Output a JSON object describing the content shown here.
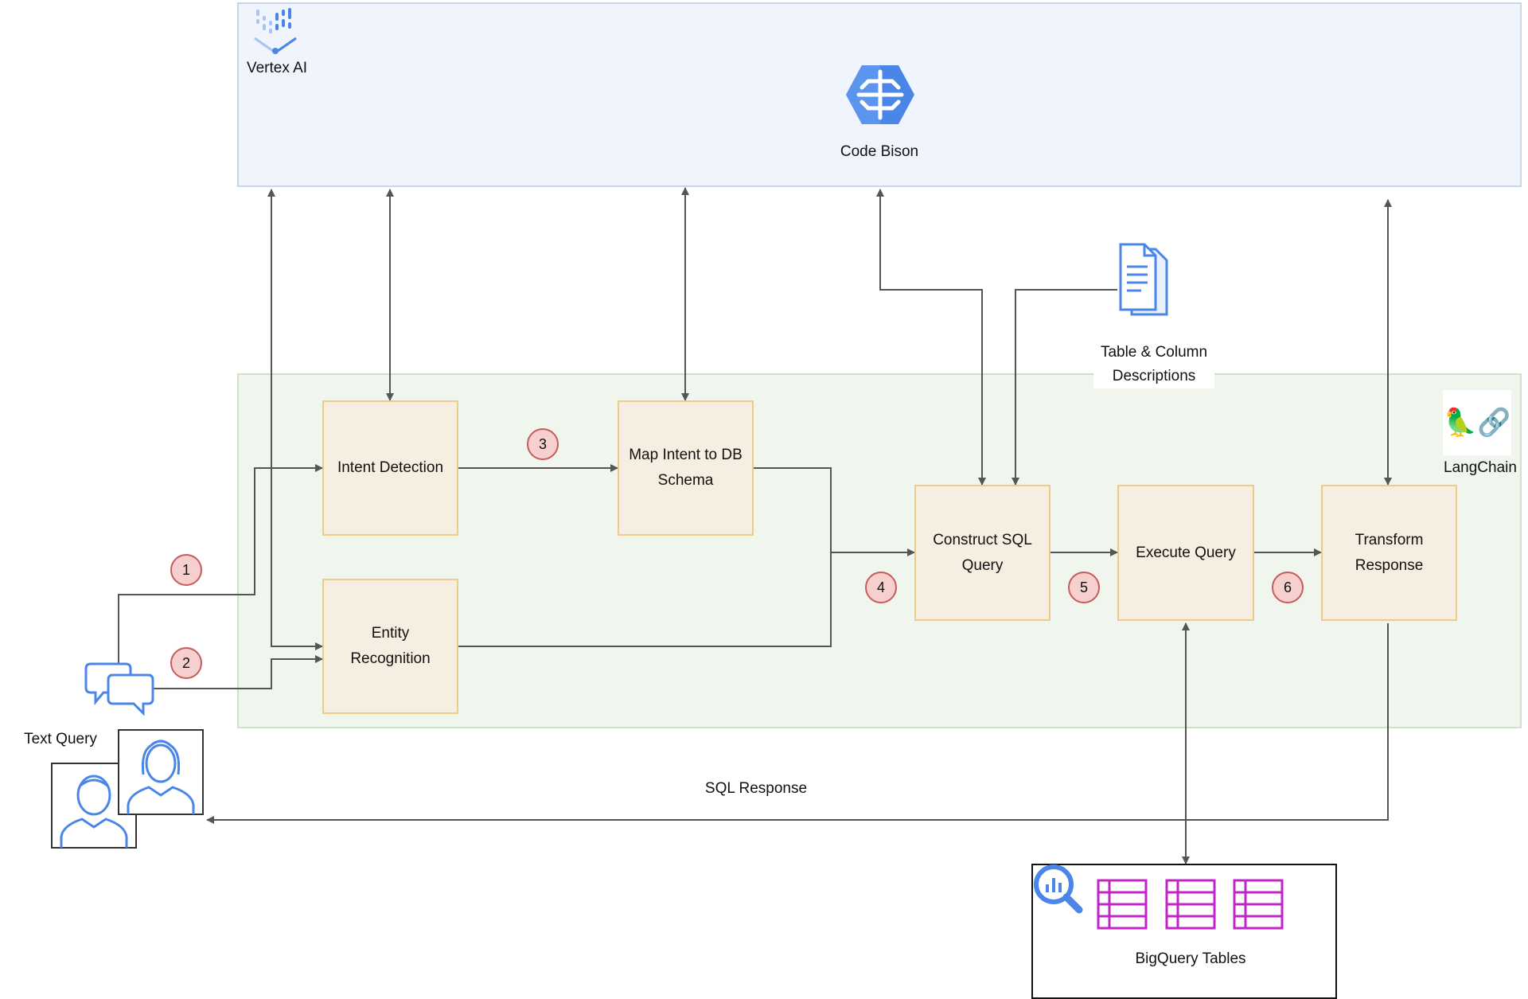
{
  "regions": {
    "vertex_ai": {
      "label": "Vertex AI",
      "icon": "vertex-ai-icon",
      "color": "#4285f4"
    },
    "langchain": {
      "label": "LangChain",
      "icon": "parrot-chain-icon",
      "emoji": "🦜🔗"
    }
  },
  "model": {
    "label": "Code Bison",
    "icon": "ai-brain-icon",
    "color": "#4285f4"
  },
  "nodes": {
    "intent_detection": "Intent Detection",
    "entity_recognition": "Entity Recognition",
    "map_intent_line1": "Map Intent to DB",
    "map_intent_line2": "Schema",
    "construct_sql_line1": "Construct SQL",
    "construct_sql_line2": "Query",
    "execute_query": "Execute Query",
    "transform_line1": "Transform",
    "transform_line2": "Response"
  },
  "steps": [
    "1",
    "2",
    "3",
    "4",
    "5",
    "6"
  ],
  "descriptions": {
    "line1": "Table & Column",
    "line2": "Descriptions",
    "icon": "documents-icon"
  },
  "text_query": {
    "label": "Text Query",
    "icon": "chat-bubbles-icon"
  },
  "users": {
    "icon": "users-icon"
  },
  "sql_response": "SQL Response",
  "bigquery": {
    "label": "BigQuery Tables",
    "icon": "bigquery-icon",
    "table_icon": "table-icon",
    "table_color": "#c026c6"
  },
  "colors": {
    "node_fill": "#f6eee0",
    "node_border": "#eccc88",
    "badge_fill": "#f6cfcf",
    "badge_border": "#c85a5a",
    "edge": "#555555"
  }
}
